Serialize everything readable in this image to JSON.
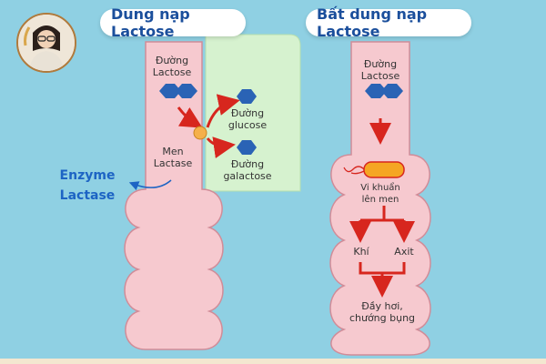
{
  "titles": {
    "left": "Dung nạp Lactose",
    "right": "Bất dung nạp Lactose"
  },
  "left": {
    "lactose_label": "Đường\nLactose",
    "glucose_label": "Đường\nglucose",
    "galactose_label": "Đường\ngalactose",
    "men_label": "Men\nLactase",
    "enzyme_label": "Enzyme\nLactase"
  },
  "right": {
    "lactose_label": "Đường\nLactose",
    "bacteria_label": "Vi khuẩn\nlên men",
    "gas_label": "Khí",
    "acid_label": "Axit",
    "result_label": "Đầy hơi,\nchướng bụng"
  },
  "colors": {
    "background": "#8fd0e3",
    "intestine": "#f6c9cf",
    "intestine_outline": "#d18c98",
    "green_panel": "#d6f2cf",
    "hexagon": "#2a63b5",
    "arrow_red": "#d7261e",
    "title_text": "#1b4f9c",
    "enzyme_text": "#1d64c4",
    "bacteria": "#f5a623"
  },
  "icons": [
    "avatar-photo",
    "hexagon-molecule",
    "enzyme-circle",
    "bacteria-capsule",
    "red-arrow"
  ]
}
